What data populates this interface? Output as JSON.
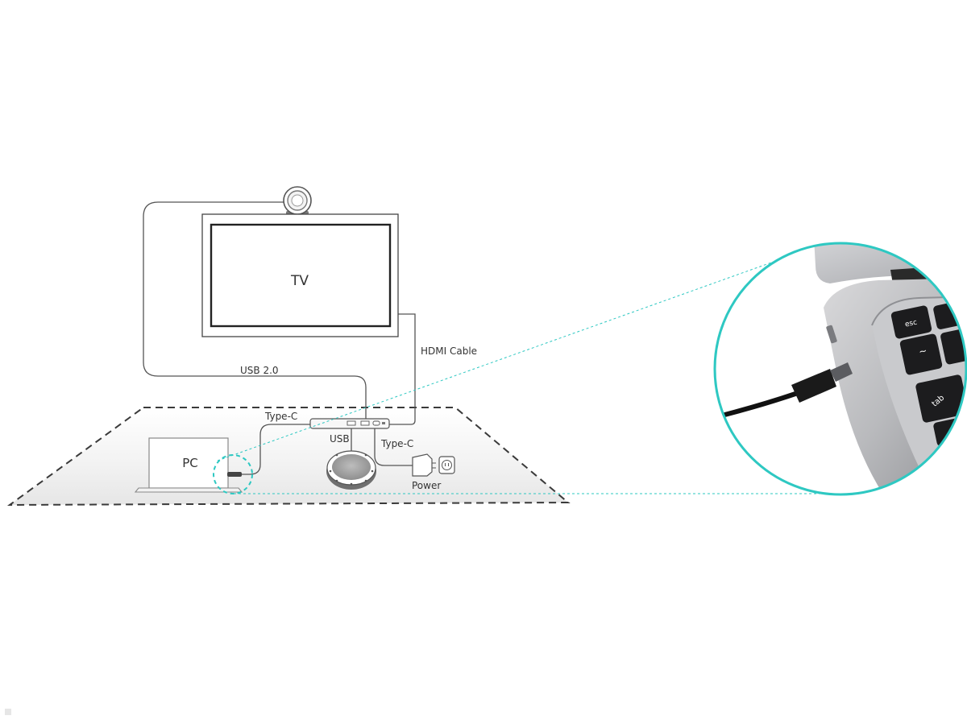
{
  "labels": {
    "tv": "TV",
    "pc": "PC",
    "usb20": "USB 2.0",
    "hdmi": "HDMI Cable",
    "typec_pc": "Type-C",
    "usb": "USB",
    "typec_power": "Type-C",
    "power": "Power"
  },
  "zoom_keys": {
    "esc": "esc",
    "tilde": "~",
    "tab": "tab"
  },
  "colors": {
    "highlight": "#2ec8c2",
    "line": "#555555",
    "dashed_surface": "#3a3a3a"
  }
}
